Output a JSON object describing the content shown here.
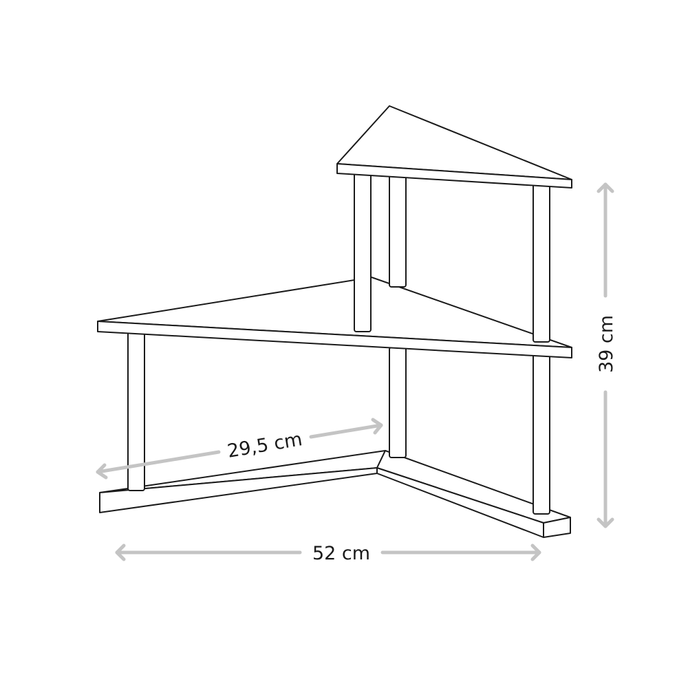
{
  "dimensions": {
    "depth_label": "29,5 cm",
    "width_label": "52 cm",
    "height_label": "39 cm"
  },
  "colors": {
    "line": "#1a1a1a",
    "dimension_arrow": "#c4c4c4",
    "background": "#ffffff"
  }
}
